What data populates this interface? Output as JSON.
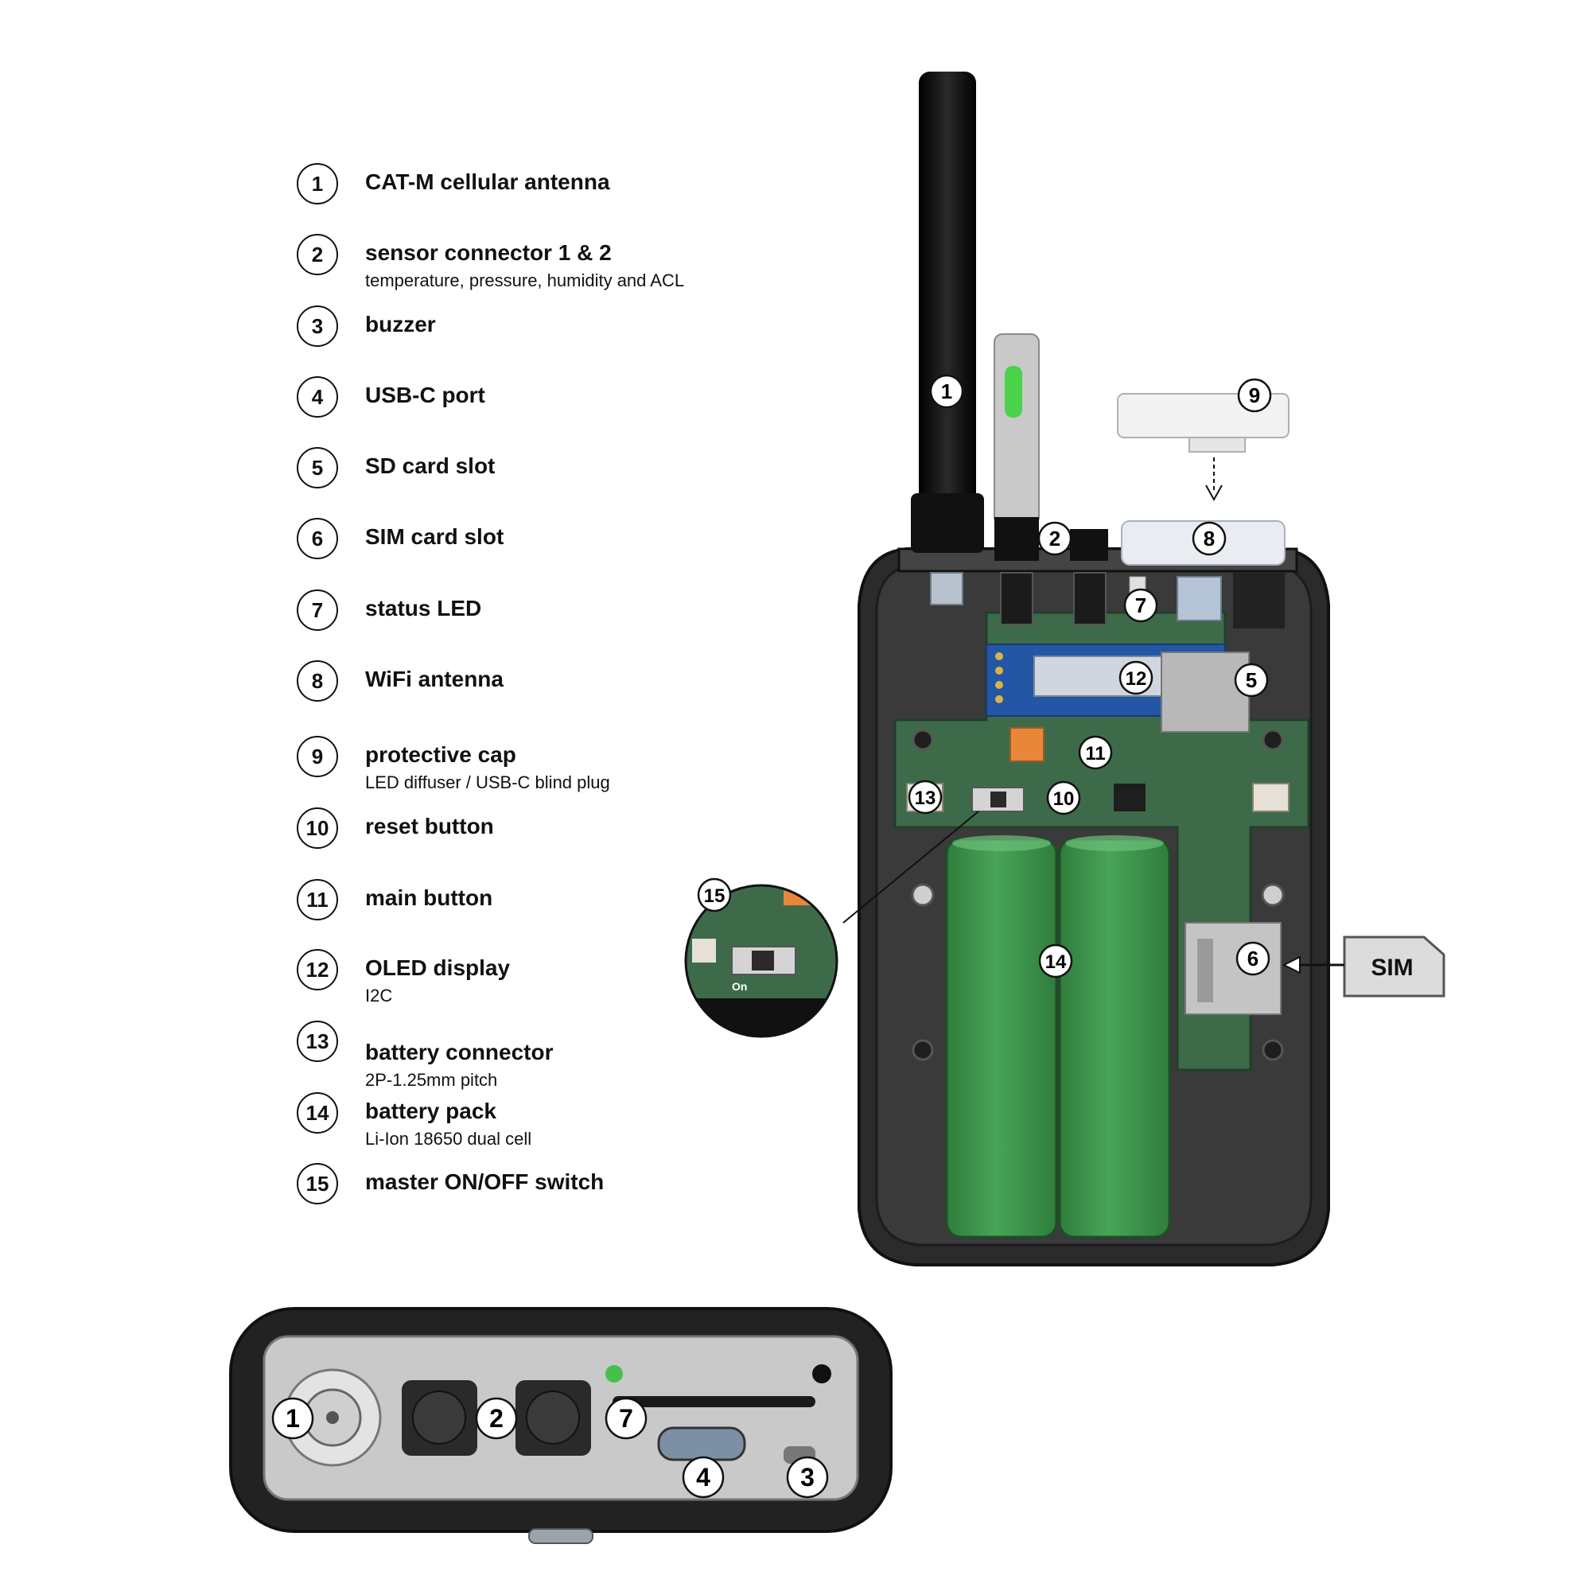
{
  "legend": [
    {
      "num": "1",
      "title": "CAT-M cellular antenna",
      "sub": ""
    },
    {
      "num": "2",
      "title": "sensor connector 1 & 2",
      "sub": "temperature, pressure, humidity and ACL"
    },
    {
      "num": "3",
      "title": "buzzer",
      "sub": ""
    },
    {
      "num": "4",
      "title": "USB-C port",
      "sub": ""
    },
    {
      "num": "5",
      "title": "SD card slot",
      "sub": ""
    },
    {
      "num": "6",
      "title": "SIM card slot",
      "sub": ""
    },
    {
      "num": "7",
      "title": "status LED",
      "sub": ""
    },
    {
      "num": "8",
      "title": "WiFi antenna",
      "sub": ""
    },
    {
      "num": "9",
      "title": "protective cap",
      "sub": "LED diffuser / USB-C blind plug"
    },
    {
      "num": "10",
      "title": "reset button",
      "sub": ""
    },
    {
      "num": "11",
      "title": "main button",
      "sub": ""
    },
    {
      "num": "12",
      "title": "OLED display",
      "sub": "I2C"
    },
    {
      "num": "13",
      "title": "battery connector",
      "sub": "2P-1.25mm pitch"
    },
    {
      "num": "14",
      "title": "battery pack",
      "sub": "Li-Ion 18650 dual cell"
    },
    {
      "num": "15",
      "title": "master ON/OFF switch",
      "sub": ""
    }
  ],
  "diagram": {
    "sim_label": "SIM",
    "switch_label": "On",
    "callouts_top": [
      "1",
      "2",
      "7",
      "8",
      "9",
      "5",
      "12",
      "11",
      "13",
      "10",
      "15",
      "14",
      "6"
    ],
    "callouts_bottom": [
      "1",
      "2",
      "7",
      "4",
      "3"
    ]
  },
  "colors": {
    "housing": "#2b2b2b",
    "pcb": "#3d6b4a",
    "battery": "#3f9a4e",
    "antenna": "#111111",
    "sim_card": "#dcdcdc"
  }
}
